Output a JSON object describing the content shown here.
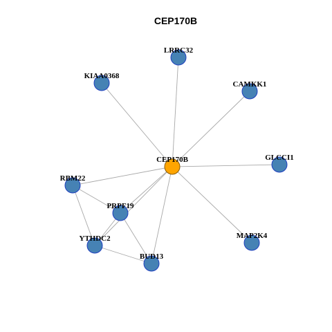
{
  "graph": {
    "title": "CEP170B",
    "center_color": "#FFA500",
    "node_color": "#4682B4",
    "node_border_color": "#1F3FBF",
    "edge_color": "#A8A8A8",
    "nodes": [
      {
        "id": "CEP170B",
        "label": "CEP170B",
        "center": true
      },
      {
        "id": "LRRC32",
        "label": "LRRC32"
      },
      {
        "id": "KIAA0368",
        "label": "KIAA0368"
      },
      {
        "id": "CAMKK1",
        "label": "CAMKK1"
      },
      {
        "id": "GLCCI1",
        "label": "GLCCI1"
      },
      {
        "id": "RBM22",
        "label": "RBM22"
      },
      {
        "id": "PRPF19",
        "label": "PRPF19"
      },
      {
        "id": "YTHDC2",
        "label": "YTHDC2"
      },
      {
        "id": "BUD13",
        "label": "BUD13"
      },
      {
        "id": "MAP2K4",
        "label": "MAP2K4"
      }
    ],
    "edges": [
      [
        "CEP170B",
        "LRRC32"
      ],
      [
        "CEP170B",
        "KIAA0368"
      ],
      [
        "CEP170B",
        "CAMKK1"
      ],
      [
        "CEP170B",
        "GLCCI1"
      ],
      [
        "CEP170B",
        "RBM22"
      ],
      [
        "CEP170B",
        "PRPF19"
      ],
      [
        "CEP170B",
        "YTHDC2"
      ],
      [
        "CEP170B",
        "BUD13"
      ],
      [
        "CEP170B",
        "MAP2K4"
      ],
      [
        "RBM22",
        "PRPF19"
      ],
      [
        "RBM22",
        "YTHDC2"
      ],
      [
        "PRPF19",
        "YTHDC2"
      ],
      [
        "PRPF19",
        "BUD13"
      ],
      [
        "YTHDC2",
        "BUD13"
      ]
    ]
  }
}
